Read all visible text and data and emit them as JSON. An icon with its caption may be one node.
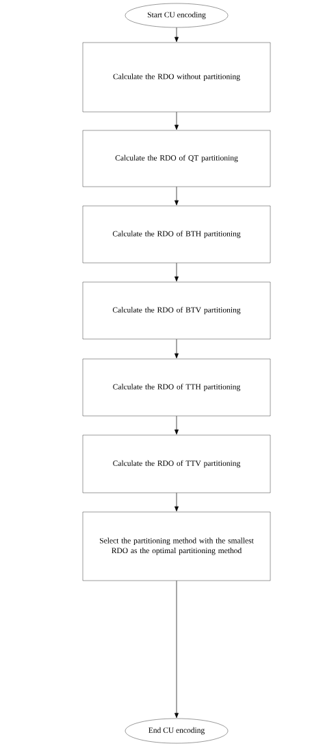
{
  "diagram": {
    "nodes": [
      {
        "text": [
          "Start CU encoding"
        ]
      },
      {
        "text": [
          "Calculate the RDO without partitioning"
        ]
      },
      {
        "text": [
          "Calculate the RDO of QT partitioning"
        ]
      },
      {
        "text": [
          "Calculate the RDO of BTH partitioning"
        ]
      },
      {
        "text": [
          "Calculate the RDO of BTV partitioning"
        ]
      },
      {
        "text": [
          "Calculate the RDO of TTH partitioning"
        ]
      },
      {
        "text": [
          "Calculate the RDO of TTV partitioning"
        ]
      },
      {
        "text": [
          "Select the partitioning method with the smallest RDO as the optimal partitioning method"
        ]
      },
      {
        "text": [
          "End CU encoding"
        ]
      }
    ],
    "edges": [
      {
        "from": 0,
        "to": 1,
        "arrow": "to"
      },
      {
        "from": 1,
        "to": 2,
        "arrow": "to"
      },
      {
        "from": 2,
        "to": 3,
        "arrow": "to"
      },
      {
        "from": 3,
        "to": 4,
        "arrow": "to"
      },
      {
        "from": 4,
        "to": 5,
        "arrow": "to"
      },
      {
        "from": 5,
        "to": 6,
        "arrow": "to"
      },
      {
        "from": 6,
        "to": 7,
        "arrow": "to"
      },
      {
        "from": 7,
        "to": 8,
        "arrow": "to"
      }
    ]
  }
}
